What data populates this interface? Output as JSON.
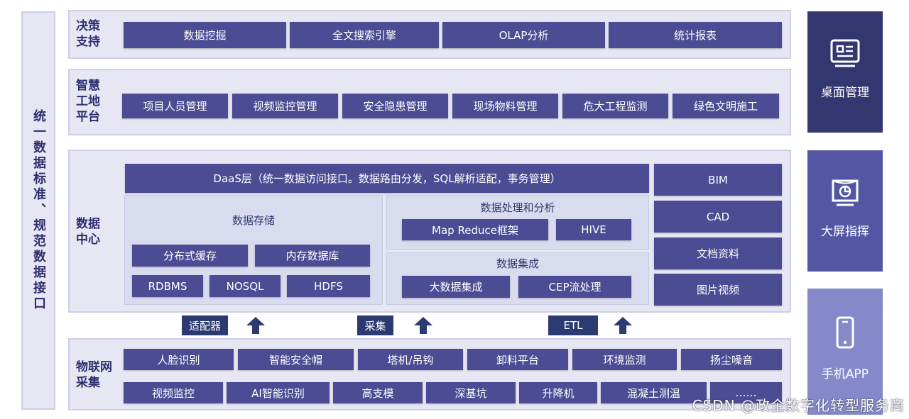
{
  "side_label": "统一数据标准、规范数据接口",
  "decision": {
    "label": "决策\n支持",
    "items": [
      "数据挖掘",
      "全文搜索引擎",
      "OLAP分析",
      "统计报表"
    ]
  },
  "smart_site": {
    "label": "智慧\n工地\n平台",
    "items": [
      "项目人员管理",
      "视频监控管理",
      "安全隐患管理",
      "现场物料管理",
      "危大工程监测",
      "绿色文明施工"
    ]
  },
  "data_center": {
    "label": "数据\n中心",
    "daas": "DaaS层（统一数据访问接口。数据路由分发，SQL解析适配，事务管理）",
    "storage": {
      "title": "数据存储",
      "items": [
        "分布式缓存",
        "内存数据库",
        "RDBMS",
        "NOSQL",
        "HDFS"
      ]
    },
    "processing": {
      "title": "数据处理和分析",
      "items": [
        "Map Reduce框架",
        "HIVE"
      ]
    },
    "integration": {
      "title": "数据集成",
      "items": [
        "大数据集成",
        "CEP流处理"
      ]
    },
    "right_items": [
      "BIM",
      "CAD",
      "文档资料",
      "图片视频"
    ]
  },
  "connectors": [
    "适配器",
    "采集",
    "ETL"
  ],
  "iot": {
    "label": "物联网\n采集",
    "row1": [
      "人脸识别",
      "智能安全帽",
      "塔机/吊钩",
      "卸料平台",
      "环境监测",
      "扬尘噪音"
    ],
    "row2": [
      "视频监控",
      "AI智能识别",
      "高支模",
      "深基坑",
      "升降机",
      "混凝土测温",
      "……"
    ]
  },
  "clients": [
    {
      "label": "桌面管理",
      "icon": "desktop-icon",
      "color": "#343670"
    },
    {
      "label": "大屏指挥",
      "icon": "big-screen-icon",
      "color": "#5357a3"
    },
    {
      "label": "手机APP",
      "icon": "mobile-phone-icon",
      "color": "#8589c9"
    }
  ],
  "watermark": "CSDN @政企数字化转型服务商"
}
